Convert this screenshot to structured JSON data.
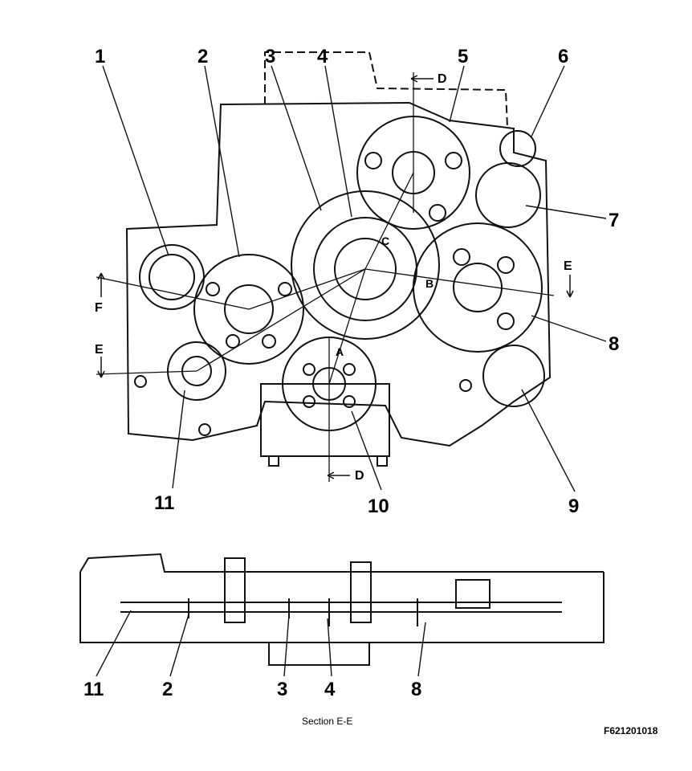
{
  "callouts": {
    "c1": "1",
    "c2": "2",
    "c3": "3",
    "c4": "4",
    "c5": "5",
    "c6": "6",
    "c7": "7",
    "c8": "8",
    "c9": "9",
    "c10": "10",
    "c11": "11"
  },
  "section_marks": {
    "d_top": "D",
    "d_bottom": "D",
    "e_left": "E",
    "e_right": "E",
    "f_left": "F"
  },
  "point_labels": {
    "a": "A",
    "b": "B",
    "c": "C"
  },
  "section_callouts": {
    "s11": "11",
    "s2": "2",
    "s3": "3",
    "s4": "4",
    "s8": "8"
  },
  "caption": "Section E-E",
  "figure_id": "F621201018"
}
